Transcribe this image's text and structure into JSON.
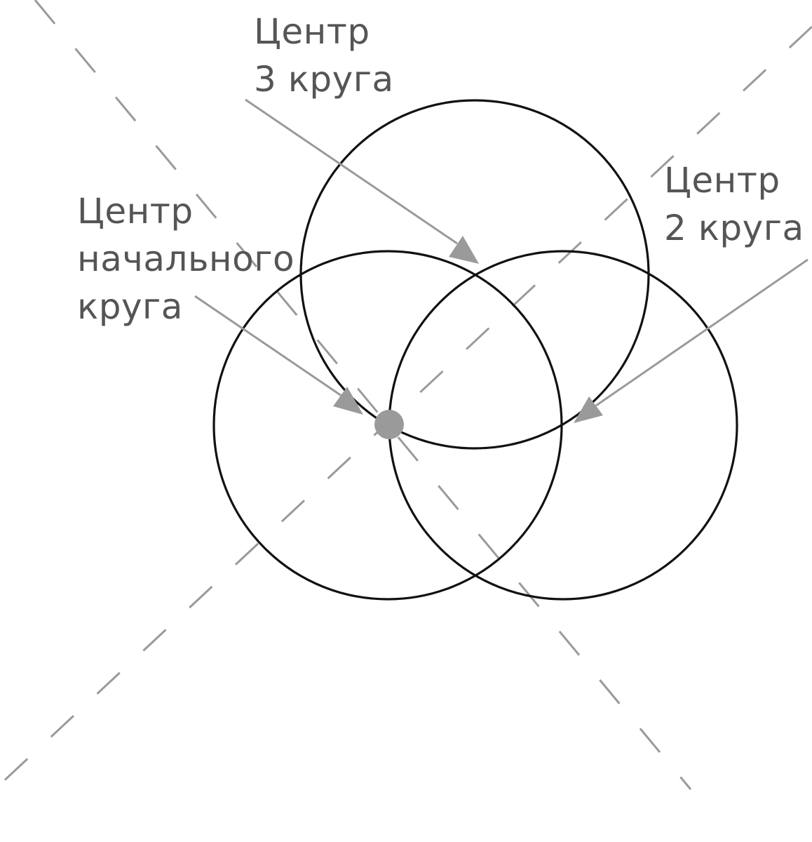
{
  "labels": {
    "third_circle": {
      "line1": "Центр",
      "line2": "3 круга"
    },
    "second_circle": {
      "line1": "Центр",
      "line2": "2 круга"
    },
    "initial_circle": {
      "line1": "Центр",
      "line2": "начального",
      "line3": "круга"
    }
  },
  "colors": {
    "circle_stroke": "#111111",
    "guide_stroke": "#9a9a9a",
    "arrow": "#9a9a9a",
    "label_text": "#555555",
    "background": "#ffffff"
  }
}
